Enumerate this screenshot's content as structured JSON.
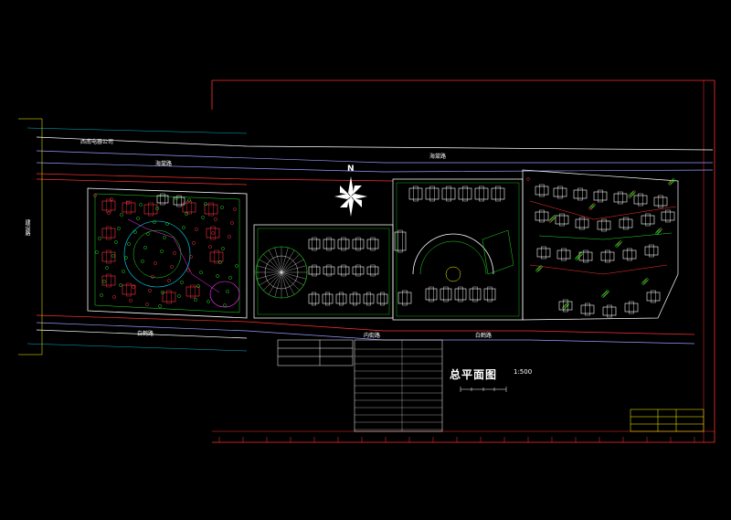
{
  "drawing": {
    "title": "总平面图",
    "scale": "1:500",
    "north_label": "N",
    "roads": [
      {
        "id": "top-left",
        "text": "西南电器公司"
      },
      {
        "id": "left-band",
        "text": "海棠路"
      },
      {
        "id": "top-right",
        "text": "海棠路"
      },
      {
        "id": "bottom-left",
        "text": "白鹤路"
      },
      {
        "id": "bottom-mid",
        "text": "内街路"
      },
      {
        "id": "bottom-right",
        "text": "白鹤路"
      },
      {
        "id": "side-left",
        "text": "建设路"
      }
    ]
  },
  "colors": {
    "background": "#000000",
    "border": "#ff3030",
    "building": "#ffffff",
    "greenery": "#22dd22",
    "tree_red": "#ff3344",
    "cyan": "#00e5ff",
    "magenta": "#ff33ff",
    "yellow": "#ffff00"
  }
}
